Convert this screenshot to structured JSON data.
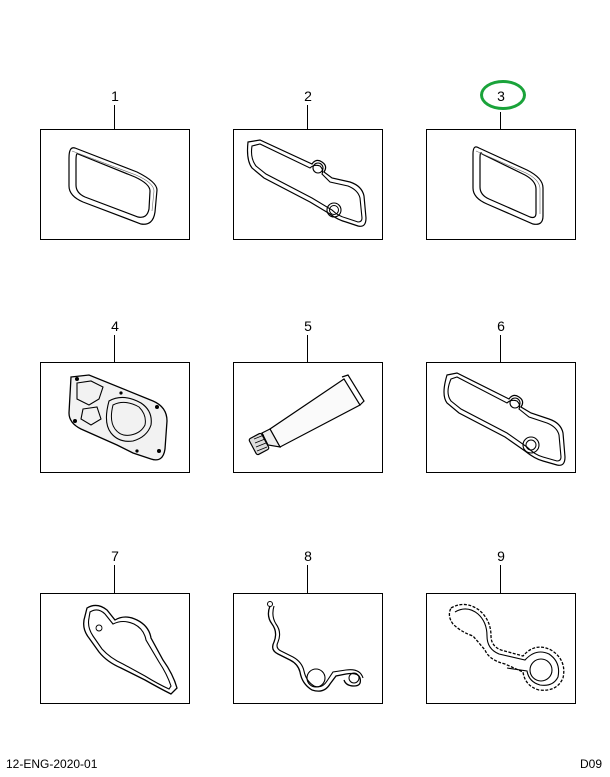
{
  "parts": [
    {
      "number": "1",
      "icon": "rectangular-gasket-icon"
    },
    {
      "number": "2",
      "icon": "housing-gasket-icon"
    },
    {
      "number": "3",
      "icon": "rectangular-gasket-icon",
      "highlighted": true
    },
    {
      "number": "4",
      "icon": "plate-gasket-icon"
    },
    {
      "number": "5",
      "icon": "sealant-tube-icon"
    },
    {
      "number": "6",
      "icon": "housing-gasket-icon"
    },
    {
      "number": "7",
      "icon": "contour-gasket-icon"
    },
    {
      "number": "8",
      "icon": "loop-gasket-icon"
    },
    {
      "number": "9",
      "icon": "cover-gasket-icon"
    }
  ],
  "highlight_color": "#1aa33a",
  "footer": {
    "left": "12-ENG-2020-01",
    "right": "D09"
  }
}
